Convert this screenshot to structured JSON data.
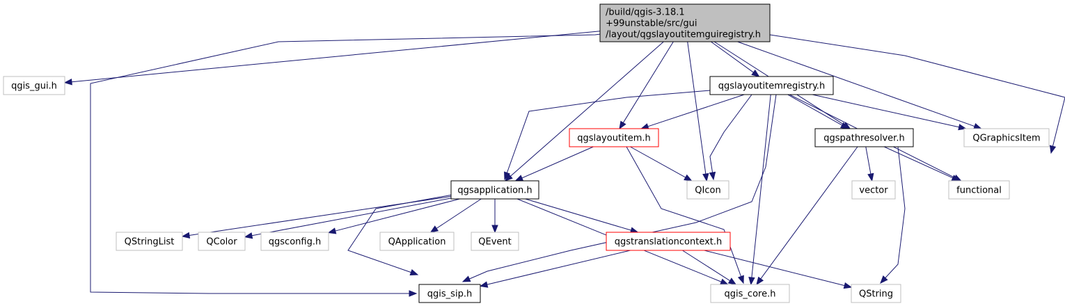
{
  "colors": {
    "edge": "#191970",
    "root_fill": "#bfbfbf",
    "documented_border": "#000000",
    "undocumented_border": "#bfbfbf",
    "truncated_border": "#ff0000"
  },
  "nodes": [
    {
      "id": "root",
      "kind": "root",
      "lines": [
        "/build/qgis-3.18.1",
        "+99unstable/src/gui",
        "/layout/qgslayoutitemguiregistry.h"
      ]
    },
    {
      "id": "qgis_gui_h",
      "kind": "plain",
      "lines": [
        "qgis_gui.h"
      ]
    },
    {
      "id": "qgslayoutitemregistry_h",
      "kind": "doc",
      "lines": [
        "qgslayoutitemregistry.h"
      ]
    },
    {
      "id": "qgslayoutitem_h",
      "kind": "red",
      "lines": [
        "qgslayoutitem.h"
      ]
    },
    {
      "id": "qgspathresolver_h",
      "kind": "doc",
      "lines": [
        "qgspathresolver.h"
      ]
    },
    {
      "id": "QGraphicsItem",
      "kind": "plain",
      "lines": [
        "QGraphicsItem"
      ]
    },
    {
      "id": "qgsapplication_h",
      "kind": "doc",
      "lines": [
        "qgsapplication.h"
      ]
    },
    {
      "id": "QIcon",
      "kind": "plain",
      "lines": [
        "QIcon"
      ]
    },
    {
      "id": "vector",
      "kind": "plain",
      "lines": [
        "vector"
      ]
    },
    {
      "id": "functional",
      "kind": "plain",
      "lines": [
        "functional"
      ]
    },
    {
      "id": "QStringList",
      "kind": "plain",
      "lines": [
        "QStringList"
      ]
    },
    {
      "id": "QColor",
      "kind": "plain",
      "lines": [
        "QColor"
      ]
    },
    {
      "id": "qgsconfig_h",
      "kind": "plain",
      "lines": [
        "qgsconfig.h"
      ]
    },
    {
      "id": "QApplication",
      "kind": "plain",
      "lines": [
        "QApplication"
      ]
    },
    {
      "id": "QEvent",
      "kind": "plain",
      "lines": [
        "QEvent"
      ]
    },
    {
      "id": "qgstranslationcontext_h",
      "kind": "red",
      "lines": [
        "qgstranslationcontext.h"
      ]
    },
    {
      "id": "qgis_sip_h",
      "kind": "doc",
      "lines": [
        "qgis_sip.h"
      ]
    },
    {
      "id": "qgis_core_h",
      "kind": "plain",
      "lines": [
        "qgis_core.h"
      ]
    },
    {
      "id": "QString",
      "kind": "plain",
      "lines": [
        "QString"
      ]
    }
  ],
  "edges": [
    [
      "root",
      "qgis_gui_h"
    ],
    [
      "root",
      "qgis_sip_h"
    ],
    [
      "root",
      "qgsapplication_h"
    ],
    [
      "root",
      "qgslayoutitem_h"
    ],
    [
      "root",
      "QIcon"
    ],
    [
      "root",
      "qgslayoutitemregistry_h"
    ],
    [
      "root",
      "qgspathresolver_h"
    ],
    [
      "root",
      "QGraphicsItem"
    ],
    [
      "root",
      "functional"
    ],
    [
      "qgslayoutitemregistry_h",
      "qgsapplication_h"
    ],
    [
      "qgslayoutitemregistry_h",
      "qgslayoutitem_h"
    ],
    [
      "qgslayoutitemregistry_h",
      "QIcon"
    ],
    [
      "qgslayoutitemregistry_h",
      "qgis_sip_h"
    ],
    [
      "qgslayoutitemregistry_h",
      "qgis_core_h"
    ],
    [
      "qgslayoutitemregistry_h",
      "qgspathresolver_h"
    ],
    [
      "qgslayoutitemregistry_h",
      "QGraphicsItem"
    ],
    [
      "qgslayoutitemregistry_h",
      "functional"
    ],
    [
      "qgslayoutitem_h",
      "qgsapplication_h"
    ],
    [
      "qgslayoutitem_h",
      "QIcon"
    ],
    [
      "qgslayoutitem_h",
      "qgis_core_h"
    ],
    [
      "qgspathresolver_h",
      "vector"
    ],
    [
      "qgspathresolver_h",
      "functional"
    ],
    [
      "qgspathresolver_h",
      "qgis_core_h"
    ],
    [
      "qgspathresolver_h",
      "QString"
    ],
    [
      "qgsapplication_h",
      "QStringList"
    ],
    [
      "qgsapplication_h",
      "QColor"
    ],
    [
      "qgsapplication_h",
      "qgsconfig_h"
    ],
    [
      "qgsapplication_h",
      "QApplication"
    ],
    [
      "qgsapplication_h",
      "QEvent"
    ],
    [
      "qgsapplication_h",
      "qgstranslationcontext_h"
    ],
    [
      "qgsapplication_h",
      "qgis_sip_h"
    ],
    [
      "qgsapplication_h",
      "qgis_core_h"
    ],
    [
      "qgstranslationcontext_h",
      "qgis_sip_h"
    ],
    [
      "qgstranslationcontext_h",
      "qgis_core_h"
    ],
    [
      "qgstranslationcontext_h",
      "QString"
    ]
  ]
}
